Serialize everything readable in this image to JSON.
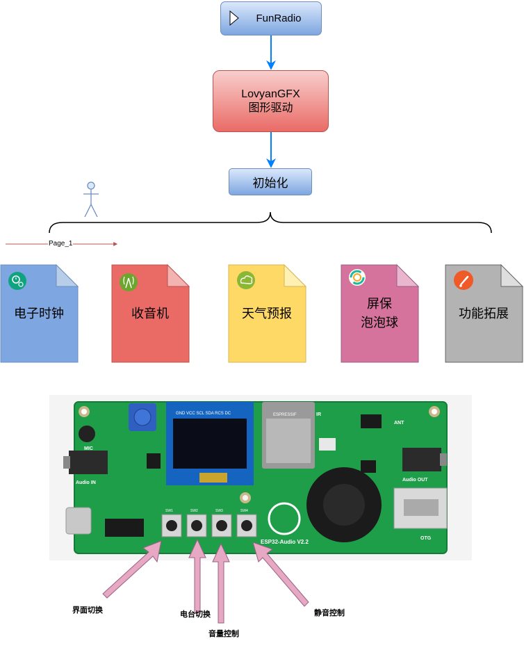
{
  "flow": {
    "funradio_label": "FunRadio",
    "lovyan_line1": "LovyanGFX",
    "lovyan_line2": "图形驱动",
    "init_label": "初始化",
    "page_link_label": "Page_1"
  },
  "modules": [
    {
      "label": "电子时钟",
      "icon": "clock-gear-icon"
    },
    {
      "label": "收音机",
      "icon": "antenna-icon"
    },
    {
      "label": "天气预报",
      "icon": "cloud-icon"
    },
    {
      "label_line1": "屏保",
      "label_line2": "泡泡球",
      "icon": "ring-icon"
    },
    {
      "label": "功能拓展",
      "icon": "rocket-icon"
    }
  ],
  "board": {
    "silk_gnd_row": "GND VCC SCL SDA RCS DC",
    "silk_brand": "ESPRESSIF",
    "silk_mic": "MIC",
    "silk_audio_in": "Audio IN",
    "silk_audio_out": "Audio OUT",
    "silk_otg": "OTG",
    "silk_ant": "ANT",
    "silk_ir": "IR",
    "silk_title": "ESP32-Audio V2.2",
    "silk_sw": [
      "SW1",
      "SW2",
      "SW3",
      "SW4"
    ]
  },
  "callouts": {
    "sw1": "界面切换",
    "sw2": "电台切换",
    "sw3": "音量控制",
    "sw4": "静音控制"
  },
  "colors": {
    "blue_fill": "#7ea6e0",
    "red_fill": "#ea6b66",
    "yellow_fill": "#ffd966",
    "pink_fill": "#d5739d",
    "gray_fill": "#b3b3b3",
    "arrow_blue": "#007fff",
    "pcb_green": "#1f9e4a",
    "callout_pink": "#e6a8c3"
  }
}
